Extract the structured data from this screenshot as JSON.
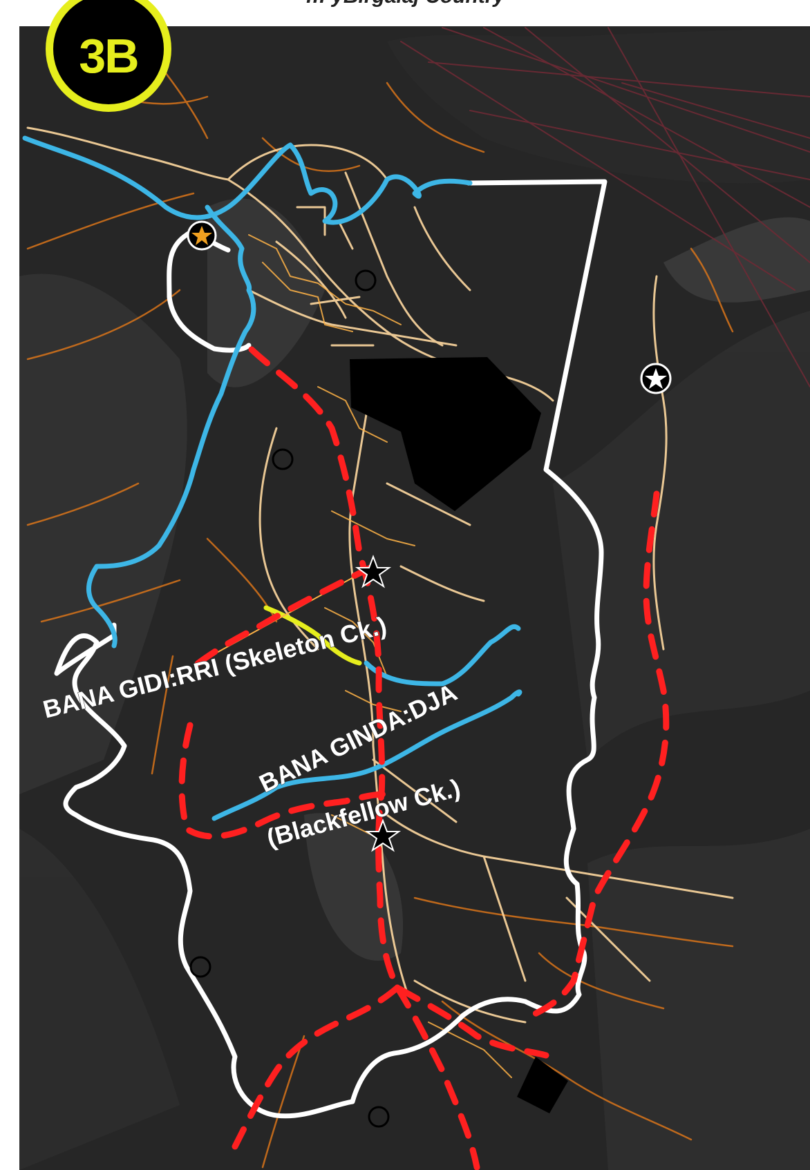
{
  "header": {
    "title": "… yBirgalaj Country"
  },
  "badge": {
    "label": "3B"
  },
  "labels": {
    "skeleton_creek": "BANA GIDI:RRI (Skeleton Ck.)",
    "blackfellow_creek_line1": "BANA GINDA:DJA",
    "blackfellow_creek_line2": "(Blackfellow Ck.)"
  },
  "colors": {
    "background": "#262626",
    "terrain": "#3a3a3a",
    "boundary": "#ffffff",
    "creeks": "#3db6e6",
    "dashed_route": "#ff2020",
    "yellow_track": "#e6ee1d",
    "roads_bright": "#ffd9a0",
    "roads_orange": "#d9741a",
    "roads_dark": "#6e2a35",
    "badge_ring": "#e6ee1d"
  },
  "markers": [
    {
      "name": "star-gold-marker",
      "icon": "star-icon"
    },
    {
      "name": "star-white-marker",
      "icon": "star-icon"
    },
    {
      "name": "star-outline-marker-north",
      "icon": "star-icon"
    },
    {
      "name": "star-outline-marker-south",
      "icon": "star-icon"
    },
    {
      "name": "circle-marker",
      "icon": "circle-icon"
    }
  ]
}
